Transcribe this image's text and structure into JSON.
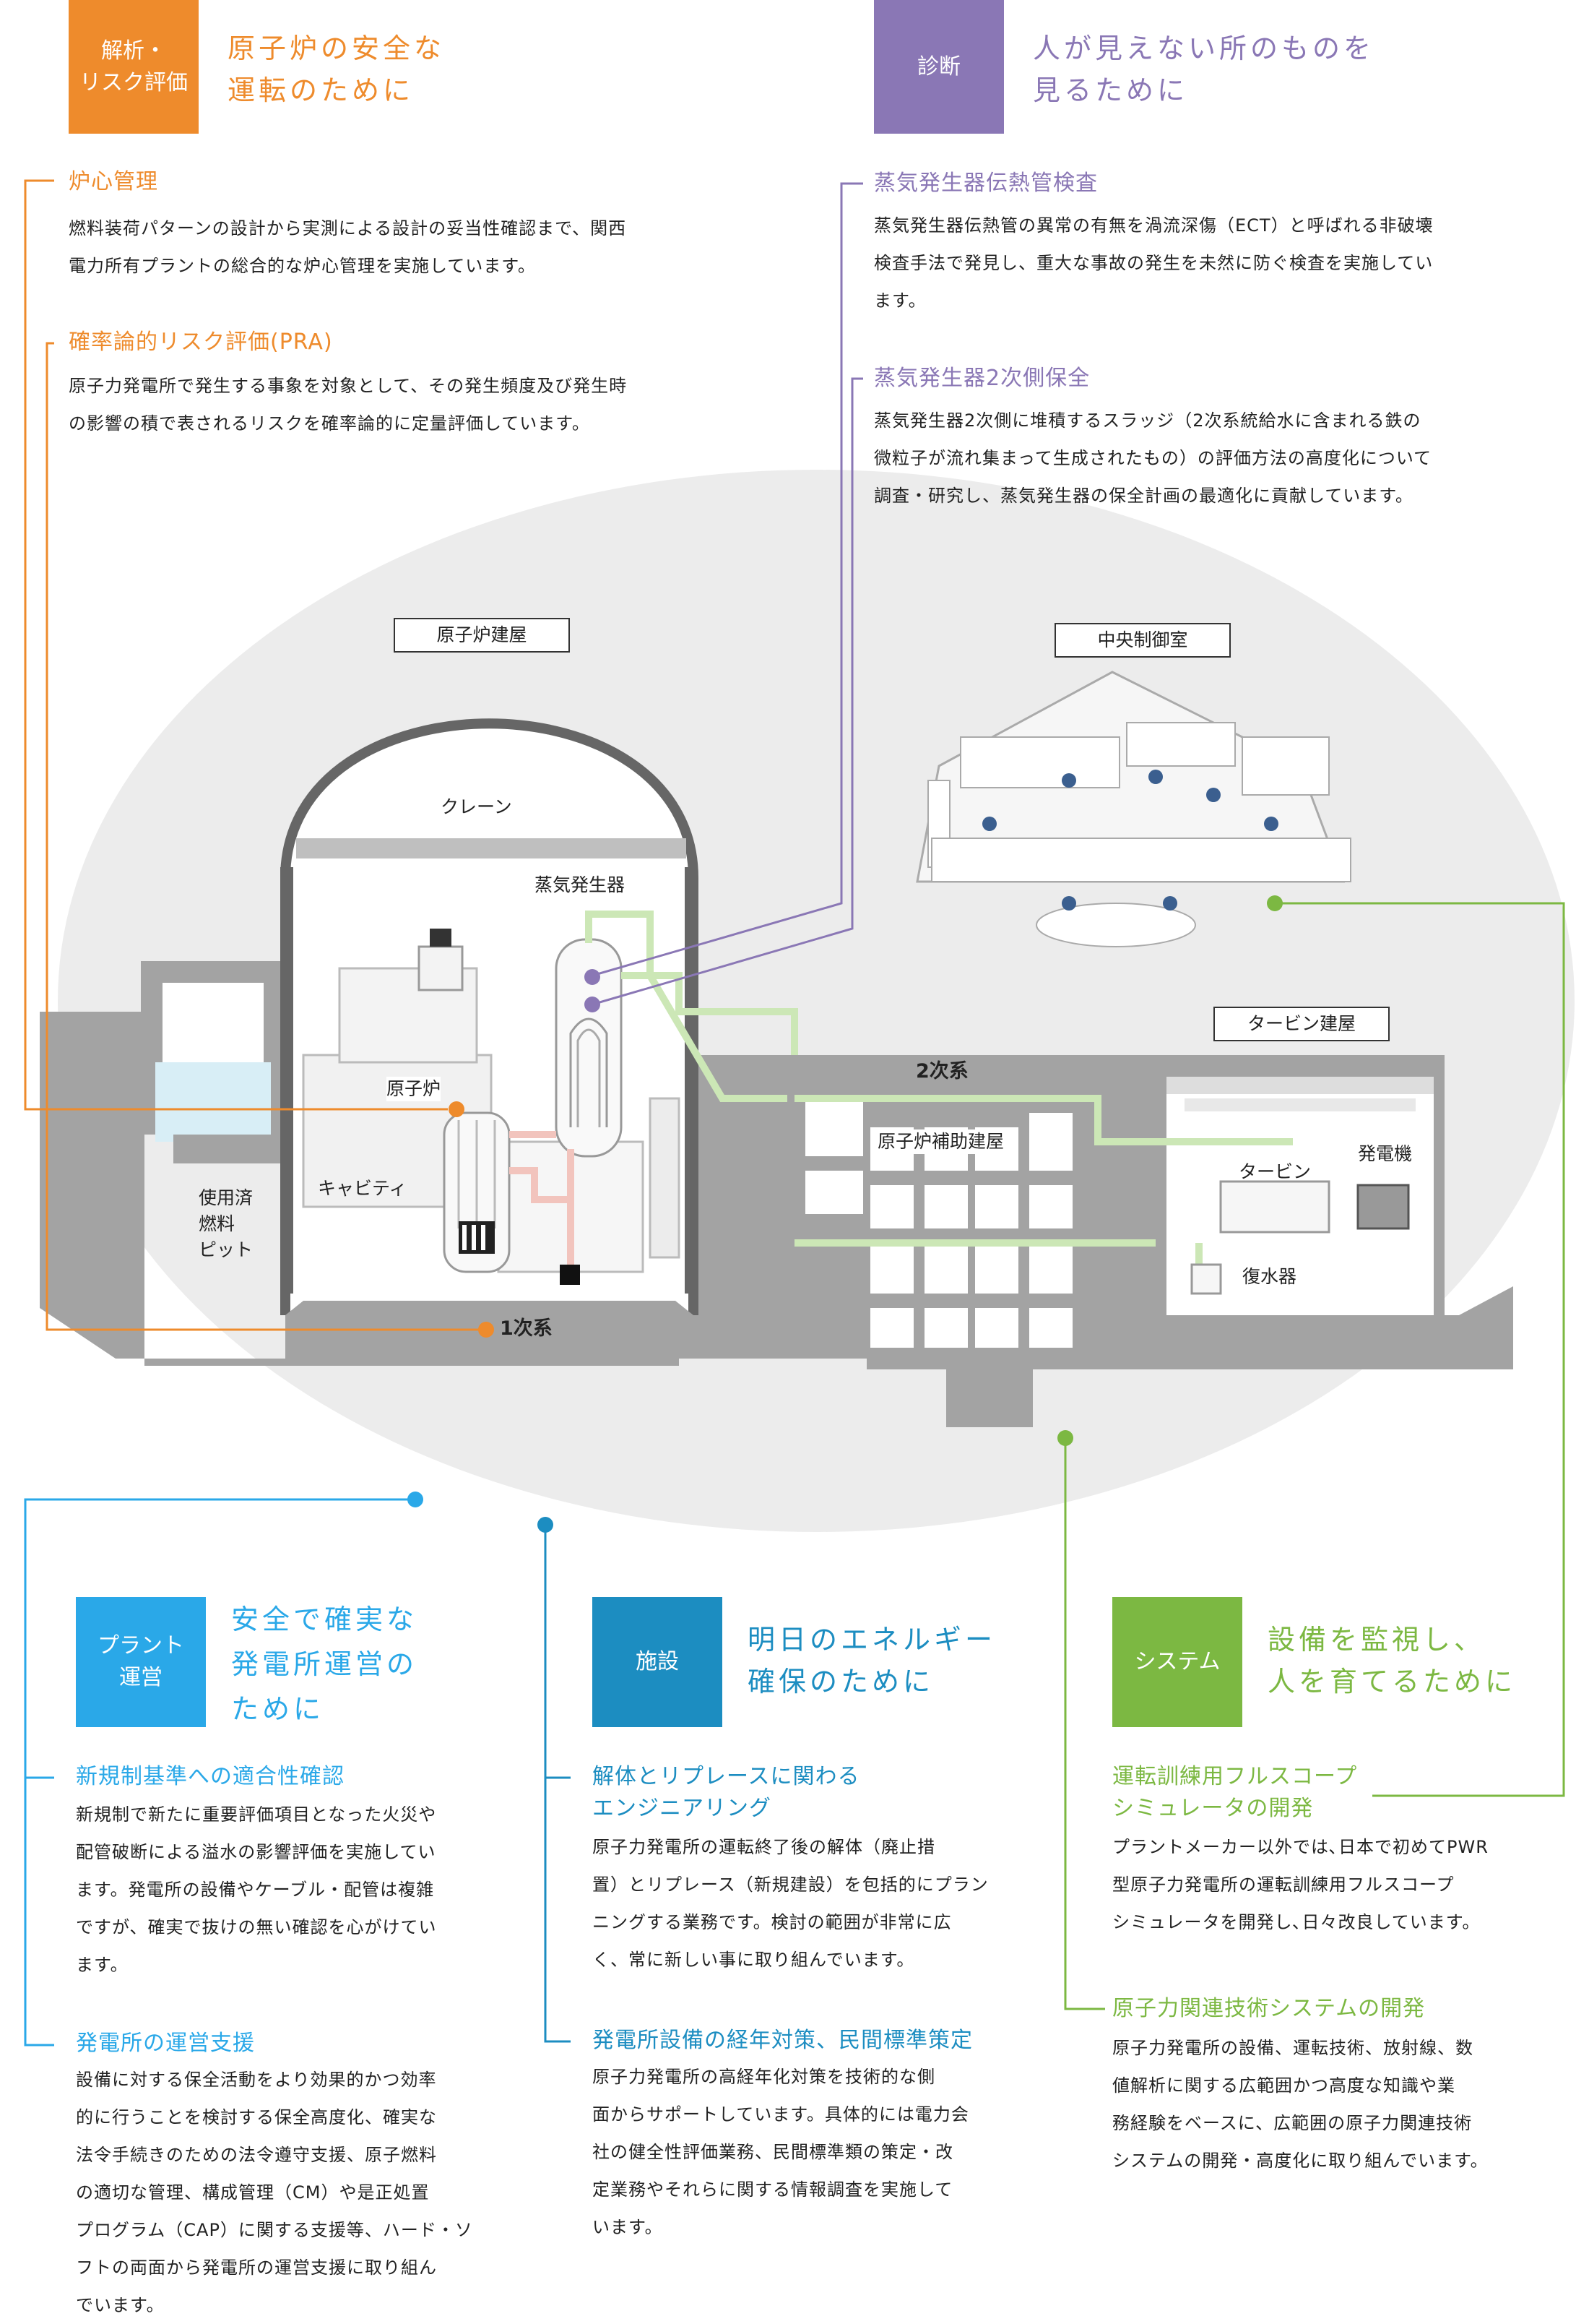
{
  "colors": {
    "orange": "#ee8b2c",
    "purple": "#8a77b5",
    "blue": "#2aa8e8",
    "teal": "#1c8dc1",
    "green": "#7cb842",
    "pipe_primary": "#f2c4bd",
    "pipe_secondary": "#cce7b6",
    "site_ellipse": "#ececec",
    "building_gray": "#a3a3a3"
  },
  "top_left": {
    "tag": "解析・\nリスク評価",
    "heading": "原子炉の安全な\n運転のために",
    "items": [
      {
        "title": "炉心管理",
        "body": "燃料装荷パターンの設計から実測による設計の妥当性確認まで、関西\n電力所有プラントの総合的な炉心管理を実施しています。"
      },
      {
        "title": "確率論的リスク評価(PRA)",
        "body": "原子力発電所で発生する事象を対象として、その発生頻度及び発生時\nの影響の積で表されるリスクを確率論的に定量評価しています。"
      }
    ]
  },
  "top_right": {
    "tag": "診断",
    "heading": "人が見えない所のものを\n見るために",
    "items": [
      {
        "title": "蒸気発生器伝熱管検査",
        "body": "蒸気発生器伝熱管の異常の有無を渦流深傷（ECT）と呼ばれる非破壊\n検査手法で発見し、重大な事故の発生を未然に防ぐ検査を実施してい\nます。"
      },
      {
        "title": "蒸気発生器2次側保全",
        "body": "蒸気発生器2次側に堆積するスラッジ（2次系統給水に含まれる鉄の\n微粒子が流れ集まって生成されたもの）の評価方法の高度化について\n調査・研究し、蒸気発生器の保全計画の最適化に貢献しています。"
      }
    ]
  },
  "diagram_labels": {
    "reactor_building": "原子炉建屋",
    "crane": "クレーン",
    "steam_generator": "蒸気発生器",
    "reactor": "原子炉",
    "cavity": "キャビティ",
    "spent_fuel_pit": "使用済\n燃料\nピット",
    "primary_system": "1次系",
    "secondary_system": "2次系",
    "aux_building": "原子炉補助建屋",
    "central_control_room": "中央制御室",
    "turbine_building": "タービン建屋",
    "turbine": "タービン",
    "generator": "発電機",
    "condenser": "復水器"
  },
  "bottom_left": {
    "tag": "プラント\n運営",
    "heading": "安全で確実な\n発電所運営の\nために",
    "items": [
      {
        "title": "新規制基準への適合性確認",
        "body": "新規制で新たに重要評価項目となった火災や\n配管破断による溢水の影響評価を実施してい\nます。発電所の設備やケーブル・配管は複雑\nですが、確実で抜けの無い確認を心がけてい\nます。"
      },
      {
        "title": "発電所の運営支援",
        "body": "設備に対する保全活動をより効果的かつ効率\n的に行うことを検討する保全高度化、確実な\n法令手続きのための法令遵守支援、原子燃料\nの適切な管理、構成管理（CM）や是正処置\nプログラム（CAP）に関する支援等、ハード・ソ\nフトの両面から発電所の運営支援に取り組ん\nでいます。"
      }
    ]
  },
  "bottom_middle": {
    "tag": "施設",
    "heading": "明日のエネルギー\n確保のために",
    "items": [
      {
        "title": "解体とリプレースに関わる\nエンジニアリング",
        "body": "原子力発電所の運転終了後の解体（廃止措\n置）とリプレース（新規建設）を包括的にプラン\nニングする業務です。検討の範囲が非常に広\nく、常に新しい事に取り組んでいます。"
      },
      {
        "title": "発電所設備の経年対策、民間標準策定",
        "body": "原子力発電所の高経年化対策を技術的な側\n面からサポートしています。具体的には電力会\n社の健全性評価業務、民間標準類の策定・改\n定業務やそれらに関する情報調査を実施して\nいます。"
      }
    ]
  },
  "bottom_right": {
    "tag": "システム",
    "heading": "設備を監視し、\n人を育てるために",
    "items": [
      {
        "title": "運転訓練用フルスコープ\nシミュレータの開発",
        "body": "プラントメーカー以外では､日本で初めてPWR\n型原子力発電所の運転訓練用フルスコープ\nシミュレータを開発し､日々改良しています。"
      },
      {
        "title": "原子力関連技術システムの開発",
        "body": "原子力発電所の設備、運転技術、放射線、数\n値解析に関する広範囲かつ高度な知識や業\n務経験をベースに、広範囲の原子力関連技術\nシステムの開発・高度化に取り組んでいます。"
      }
    ]
  }
}
